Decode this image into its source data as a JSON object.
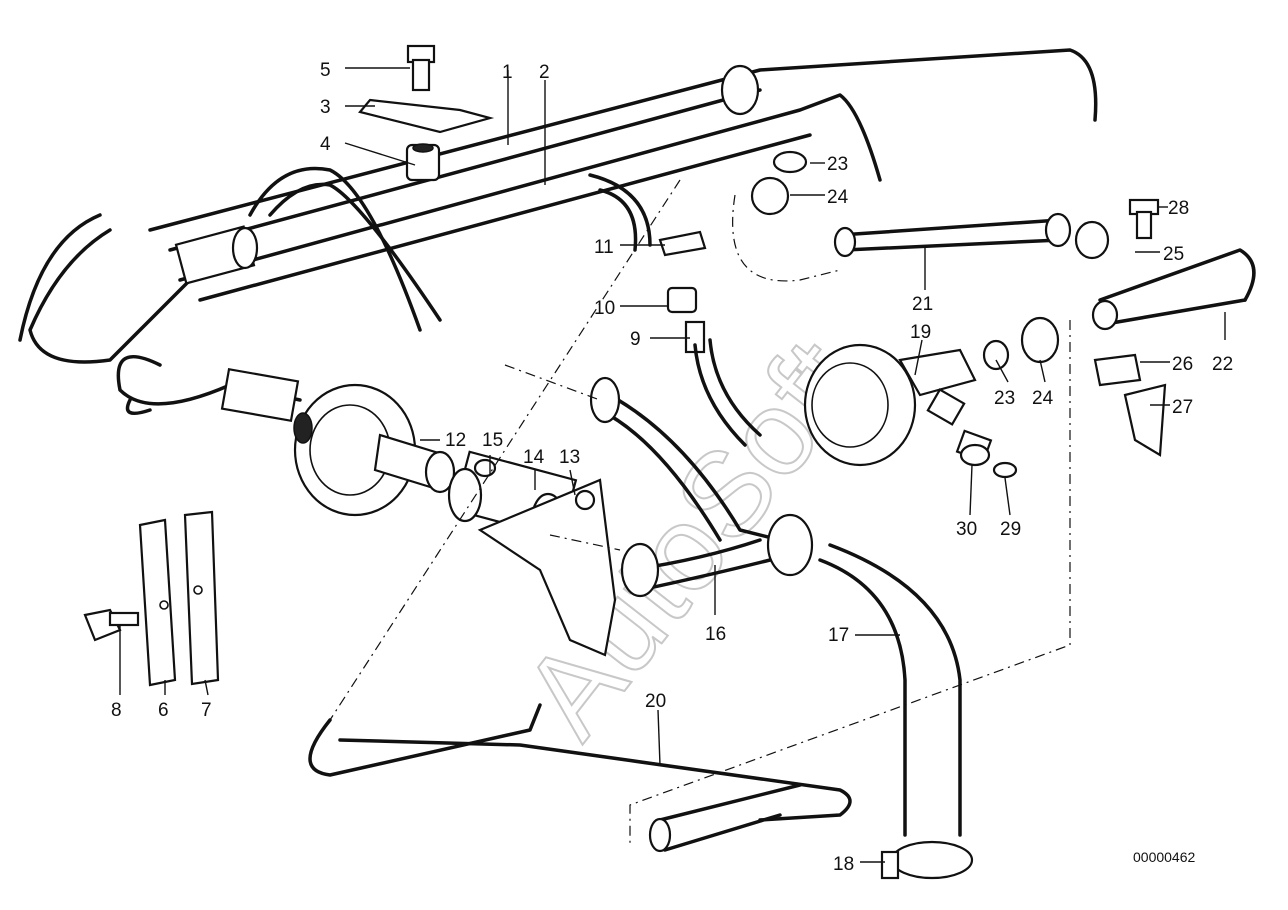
{
  "diagram": {
    "watermark": "AutoSoft",
    "document_number": "00000462",
    "callouts": {
      "c1": "1",
      "c2": "2",
      "c3": "3",
      "c4": "4",
      "c5": "5",
      "c6": "6",
      "c7": "7",
      "c8": "8",
      "c9": "9",
      "c10": "10",
      "c11": "11",
      "c12": "12",
      "c13": "13",
      "c14": "14",
      "c15": "15",
      "c16": "16",
      "c17": "17",
      "c18": "18",
      "c19": "19",
      "c20": "20",
      "c21": "21",
      "c22": "22",
      "c23a": "23",
      "c23b": "23",
      "c24a": "24",
      "c24b": "24",
      "c25": "25",
      "c26": "26",
      "c27": "27",
      "c28": "28",
      "c29": "29",
      "c30": "30"
    }
  }
}
